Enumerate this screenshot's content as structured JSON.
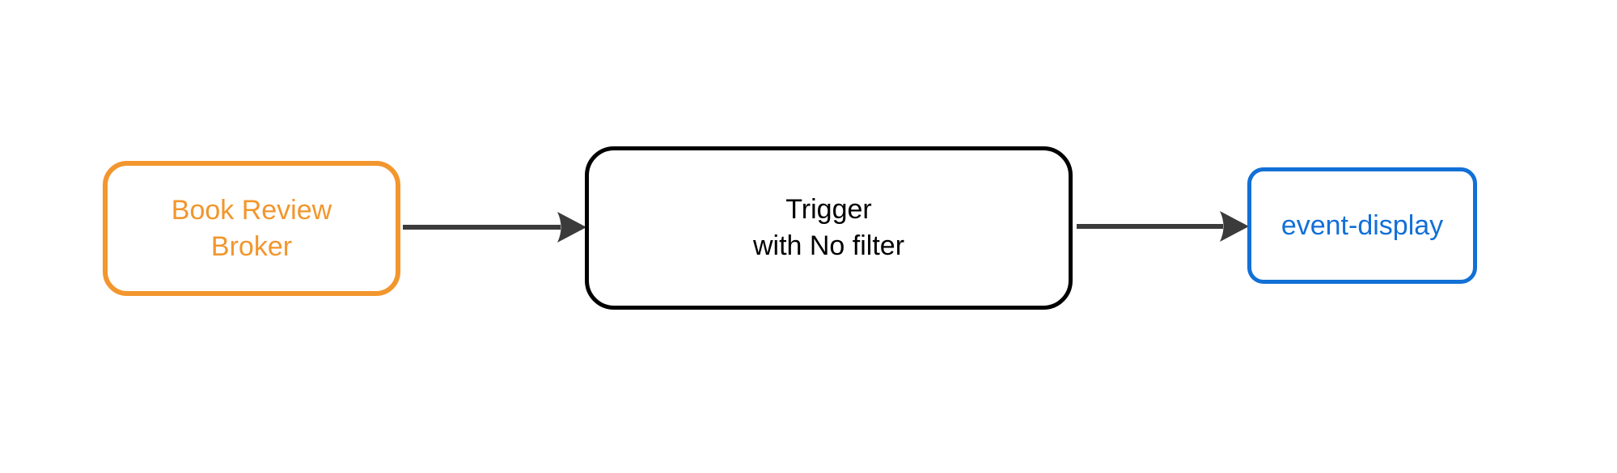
{
  "diagram": {
    "type": "flow",
    "background": "#ffffff",
    "nodes": [
      {
        "id": "book-review-broker",
        "label": "Book Review\nBroker",
        "color": "#F2962D",
        "border_style": "rounded"
      },
      {
        "id": "trigger-no-filter",
        "label": "Trigger\nwith No filter",
        "color": "#000000",
        "border_style": "rounded"
      },
      {
        "id": "event-display",
        "label": "event-display",
        "color": "#1270D6",
        "border_style": "rounded"
      }
    ],
    "edges": [
      {
        "from": "book-review-broker",
        "to": "trigger-no-filter",
        "color": "#3B3B3B",
        "arrowhead": "filled-triangle"
      },
      {
        "from": "trigger-no-filter",
        "to": "event-display",
        "color": "#3B3B3B",
        "arrowhead": "filled-triangle"
      }
    ]
  }
}
